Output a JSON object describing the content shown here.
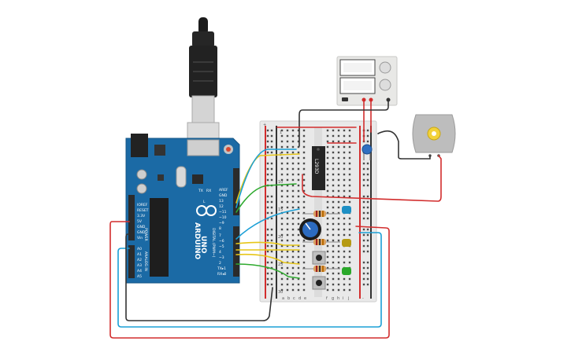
{
  "arduino": {
    "model_label": "UNO",
    "brand_label": "ARDUINO",
    "power_header": [
      "IOREF",
      "RESET",
      "3.3V",
      "5V",
      "GND",
      "GND",
      "Vin"
    ],
    "power_section": "POWER",
    "analog_header": [
      "A0",
      "A1",
      "A2",
      "A3",
      "A4",
      "A5"
    ],
    "analog_section": "ANALOG IN",
    "digital_header_top": [
      "AREF",
      "GND",
      "13",
      "12",
      "~11",
      "~10",
      "~9",
      "8"
    ],
    "digital_header_bottom": [
      "7",
      "~6",
      "~5",
      "4",
      "~3",
      "2",
      "TX▸1",
      "RX◂0"
    ],
    "digital_section": "DIGITAL (PWM~)",
    "tx_label": "TX",
    "rx_label": "RX",
    "led_label": "L"
  },
  "breadboard": {
    "column_letters": [
      "a",
      "b",
      "c",
      "d",
      "e",
      "f",
      "g",
      "h",
      "i",
      "j"
    ],
    "row_numbers": [
      "1",
      "5",
      "10",
      "15",
      "20",
      "25",
      "30"
    ],
    "plus_label": "+",
    "minus_label": "-"
  },
  "driver_chip": {
    "label": "L293D"
  },
  "components": {
    "resistor_count": 3,
    "led_colors": [
      "#1d8fc4",
      "#b59a12",
      "#2aa82a"
    ],
    "button_count": 2
  },
  "colors": {
    "arduino_board": "#1b6aa5",
    "breadboard": "#e9e9e9",
    "wire_red": "#d22d2d",
    "wire_black": "#333333",
    "wire_blue": "#1a9fd6",
    "wire_yellow": "#e6c619",
    "wire_green": "#2faa2f"
  }
}
